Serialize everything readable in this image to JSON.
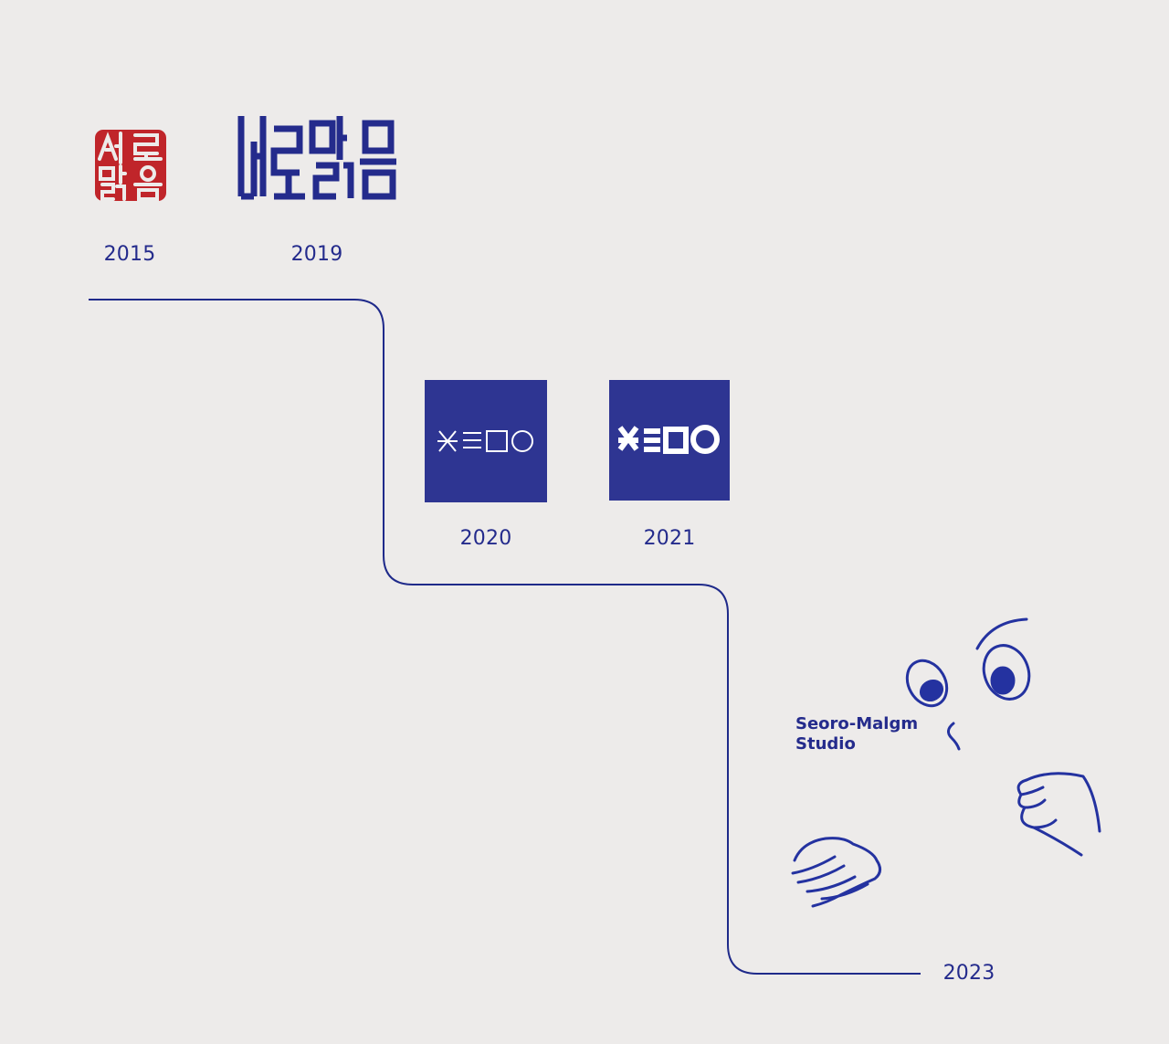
{
  "colors": {
    "background": "#edebea",
    "navy": "#242b8c",
    "logo_square": "#2e3592",
    "stamp_red": "#c0252a",
    "line": "#1f2a8a"
  },
  "milestones": [
    {
      "year": "2015",
      "logo": "red-seal-stamp-logo",
      "logo_text": "서로맑음"
    },
    {
      "year": "2019",
      "logo": "geometric-hangul-wordmark",
      "logo_text": "서로맑음"
    },
    {
      "year": "2020",
      "logo": "outline-square-logo"
    },
    {
      "year": "2021",
      "logo": "bold-square-logo"
    },
    {
      "year": "2023",
      "logo": "hand-drawn-character-mascot"
    }
  ],
  "studio": {
    "line1": "Seoro-Malgm",
    "line2": "Studio"
  }
}
